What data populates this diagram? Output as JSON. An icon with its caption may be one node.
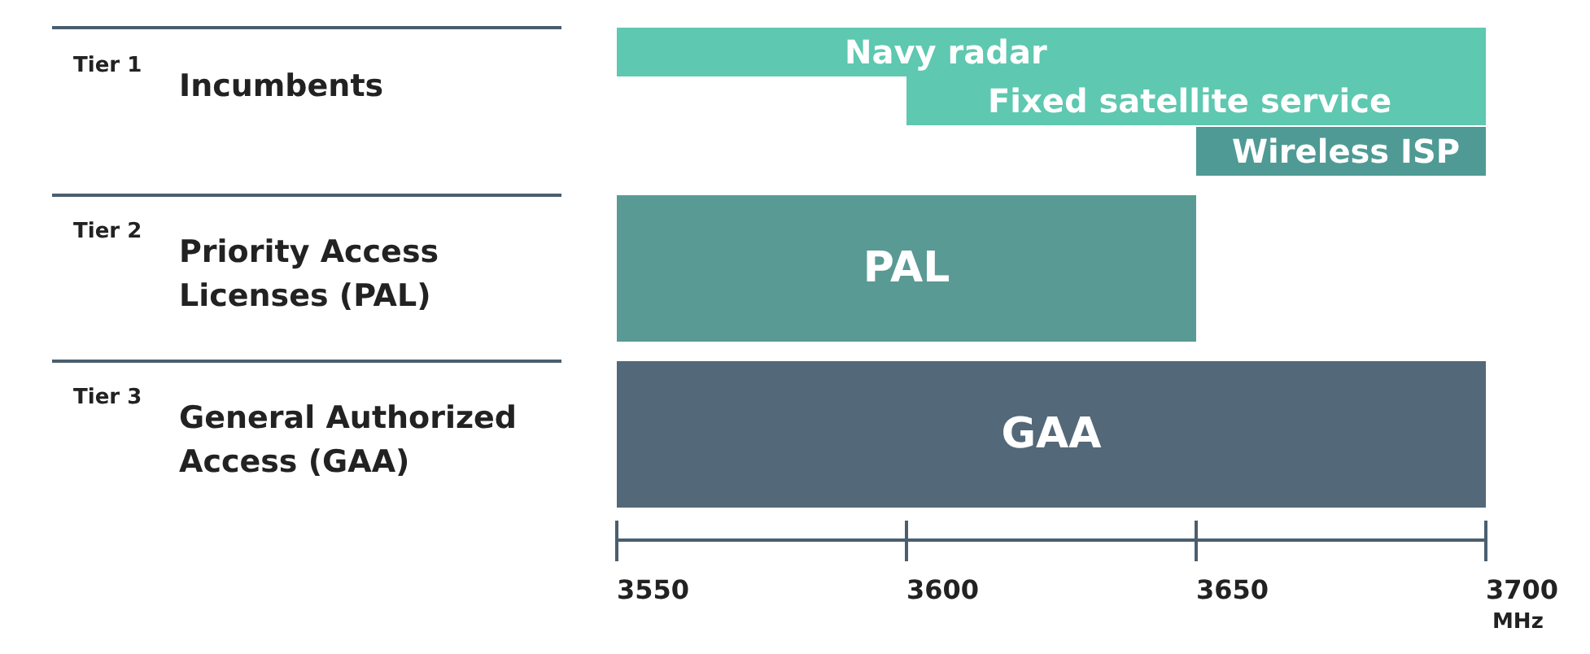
{
  "diagram": {
    "nodes": [
      {
        "text": [
          "Navy radar"
        ]
      },
      {
        "text": [
          "Fixed satellite service"
        ]
      },
      {
        "text": [
          "Wireless ISP"
        ]
      },
      {
        "text": [
          "PAL"
        ]
      },
      {
        "text": [
          "GAA"
        ]
      }
    ],
    "labels": [
      "Tier 1",
      "Incumbents",
      "Tier 2",
      "Priority Access Licenses (PAL)",
      "Tier 3",
      "General Authorized Access (GAA)",
      "3550",
      "3600",
      "3650",
      "3700",
      "MHz"
    ]
  }
}
